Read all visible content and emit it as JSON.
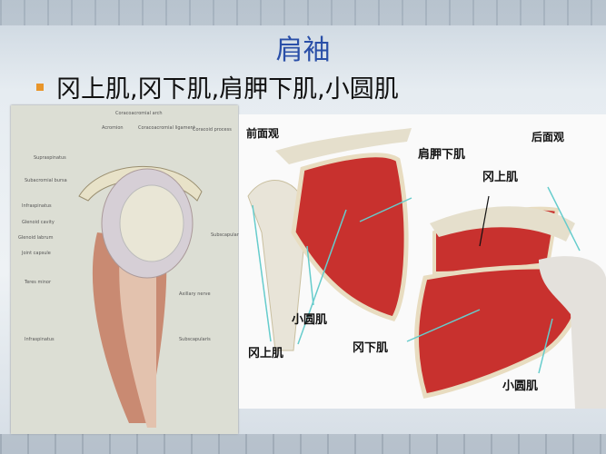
{
  "slide": {
    "title": "肩袖",
    "bullet": "冈上肌,冈下肌,肩胛下肌,小圆肌",
    "bullet_color": "#e8952a",
    "title_color": "#2a4fa8"
  },
  "left_figure": {
    "labels": [
      "Coracoacromial arch",
      "Acromion",
      "Coracoacromial ligament",
      "Coracoid process",
      "Supraspinatus",
      "Subacromial bursa",
      "Infraspinatus",
      "Glenoid cavity",
      "Glenoid labrum",
      "Joint capsule",
      "Teres minor",
      "Infraspinatus",
      "Subscapularis",
      "Axillary nerve",
      "Subscapularis"
    ]
  },
  "right_figure": {
    "front_view": "前面观",
    "back_view": "后面观",
    "labels": {
      "subscapularis": "肩胛下肌",
      "supraspinatus_back": "冈上肌",
      "teres_minor_front": "小圆肌",
      "supraspinatus_front": "冈上肌",
      "infraspinatus": "冈下肌",
      "teres_minor_back": "小圆肌"
    },
    "muscle_color": "#c8312e"
  }
}
